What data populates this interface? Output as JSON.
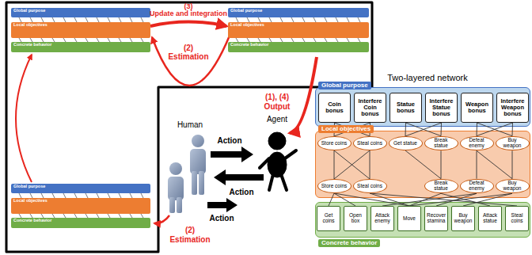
{
  "diagram": {
    "nodes": [
      {
        "text": [
          "Global purpose"
        ]
      },
      {
        "text": [
          "Local objectives"
        ]
      },
      {
        "text": [
          "Concrete behavior"
        ]
      },
      {
        "text": [
          "Global purpose"
        ]
      },
      {
        "text": [
          "Local objectives"
        ]
      },
      {
        "text": [
          "Concrete behavior"
        ]
      },
      {
        "text": [
          "Global purpose"
        ]
      },
      {
        "text": [
          "Local objectives"
        ]
      },
      {
        "text": [
          "Concrete behavior"
        ]
      },
      {
        "text": [
          "Global purpose"
        ]
      },
      {
        "text": [
          "Coin bonus"
        ],
        "in": 9
      },
      {
        "text": [
          "Interfere Coin bonus"
        ],
        "in": 9
      },
      {
        "text": [
          "Statue bonus"
        ],
        "in": 9
      },
      {
        "text": [
          "Interfere Statue bonus"
        ],
        "in": 9
      },
      {
        "text": [
          "Weapon bonus"
        ],
        "in": 9
      },
      {
        "text": [
          "Interfere Weapon bonus"
        ],
        "in": 9
      },
      {
        "text": [
          "Local objectives"
        ]
      },
      {
        "text": [
          "Store coins"
        ],
        "in": 16
      },
      {
        "text": [
          "Steal coins"
        ],
        "in": 16
      },
      {
        "text": [
          "Get statue"
        ],
        "in": 16
      },
      {
        "text": [
          "Break statue"
        ],
        "in": 16
      },
      {
        "text": [
          "Defeat enemy"
        ],
        "in": 16
      },
      {
        "text": [
          "Buy weapon"
        ],
        "in": 16
      },
      {
        "text": [
          "Store coins"
        ],
        "in": 16
      },
      {
        "text": [
          "Steal coins"
        ],
        "in": 16
      },
      {
        "text": [
          "Break statue"
        ],
        "in": 16
      },
      {
        "text": [
          "Defeat enemy"
        ],
        "in": 16
      },
      {
        "text": [
          "Buy weapon"
        ],
        "in": 16
      },
      {
        "text": [
          "Concrete behavior"
        ]
      },
      {
        "text": [
          "Get coins"
        ],
        "in": 28
      },
      {
        "text": [
          "Open box"
        ],
        "in": 28
      },
      {
        "text": [
          "Attack enemy"
        ],
        "in": 28
      },
      {
        "text": [
          "Move"
        ],
        "in": 28
      },
      {
        "text": [
          "Recover stamina"
        ],
        "in": 28
      },
      {
        "text": [
          "Buy weapon"
        ],
        "in": 28
      },
      {
        "text": [
          "Attack statue"
        ],
        "in": 28
      },
      {
        "text": [
          "Steal coins"
        ],
        "in": 28
      }
    ],
    "edges": [
      {
        "from": 10,
        "to": 17,
        "arrow": "none"
      },
      {
        "from": 10,
        "to": 18,
        "arrow": "none"
      },
      {
        "from": 11,
        "to": 17,
        "arrow": "none"
      },
      {
        "from": 11,
        "to": 18,
        "arrow": "none"
      },
      {
        "from": 12,
        "to": 19,
        "arrow": "none"
      },
      {
        "from": 12,
        "to": 20,
        "arrow": "none"
      },
      {
        "from": 13,
        "to": 19,
        "arrow": "none"
      },
      {
        "from": 13,
        "to": 20,
        "arrow": "none"
      },
      {
        "from": 14,
        "to": 21,
        "arrow": "none"
      },
      {
        "from": 14,
        "to": 22,
        "arrow": "none"
      },
      {
        "from": 15,
        "to": 21,
        "arrow": "none"
      },
      {
        "from": 15,
        "to": 22,
        "arrow": "none"
      },
      {
        "from": 17,
        "to": 23,
        "arrow": "none"
      },
      {
        "from": 17,
        "to": 24,
        "arrow": "none"
      },
      {
        "from": 18,
        "to": 23,
        "arrow": "none"
      },
      {
        "from": 18,
        "to": 24,
        "arrow": "none"
      },
      {
        "from": 19,
        "to": 25,
        "arrow": "none"
      },
      {
        "from": 20,
        "to": 25,
        "arrow": "none"
      },
      {
        "from": 21,
        "to": 26,
        "arrow": "none"
      },
      {
        "from": 21,
        "to": 27,
        "arrow": "none"
      },
      {
        "from": 22,
        "to": 27,
        "arrow": "none"
      },
      {
        "from": 23,
        "to": 29,
        "arrow": "none"
      },
      {
        "from": 23,
        "to": 30,
        "arrow": "none"
      },
      {
        "from": 23,
        "to": 32,
        "arrow": "none"
      },
      {
        "from": 24,
        "to": 36,
        "arrow": "none"
      },
      {
        "from": 24,
        "to": 32,
        "arrow": "none"
      },
      {
        "from": 25,
        "to": 35,
        "arrow": "none"
      },
      {
        "from": 25,
        "to": 32,
        "arrow": "none"
      },
      {
        "from": 26,
        "to": 31,
        "arrow": "none"
      },
      {
        "from": 26,
        "to": 33,
        "arrow": "none"
      },
      {
        "from": 27,
        "to": 34,
        "arrow": "none"
      },
      {
        "from": 27,
        "to": 32,
        "arrow": "none"
      }
    ],
    "labels": [
      "(3)",
      "Update and integration",
      "(2)",
      "Estimation",
      "(1), (4)",
      "Output",
      "(2)",
      "Estimation",
      "Human",
      "Agent",
      "Action",
      "Action",
      "Action",
      "Two-layered network"
    ]
  }
}
